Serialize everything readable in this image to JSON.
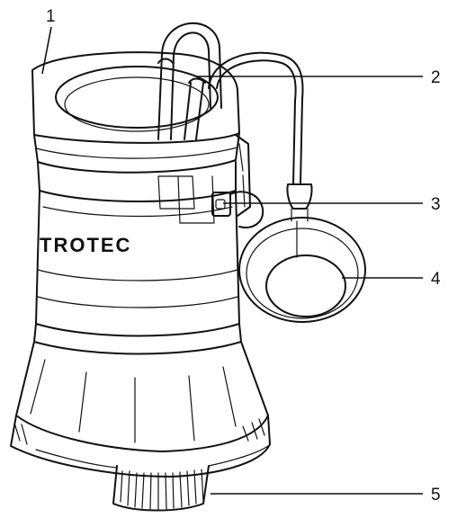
{
  "diagram": {
    "brand_text": "TROTEC",
    "callouts": [
      {
        "id": "1",
        "label": "1"
      },
      {
        "id": "2",
        "label": "2"
      },
      {
        "id": "3",
        "label": "3"
      },
      {
        "id": "4",
        "label": "4"
      },
      {
        "id": "5",
        "label": "5"
      }
    ]
  }
}
